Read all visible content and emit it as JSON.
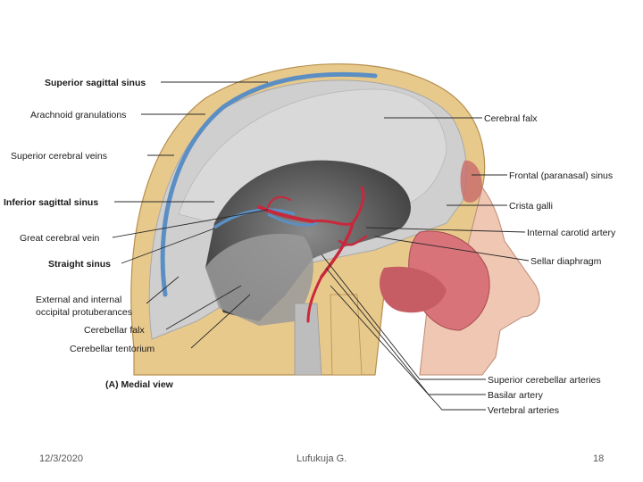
{
  "figure": {
    "labels": {
      "superior_sagittal_sinus": "Superior sagittal sinus",
      "arachnoid_granulations": "Arachnoid granulations",
      "superior_cerebral_veins": "Superior cerebral veins",
      "inferior_sagittal_sinus": "Inferior sagittal sinus",
      "great_cerebral_vein": "Great cerebral vein",
      "straight_sinus": "Straight sinus",
      "occipital_line1": "External and internal",
      "occipital_line2": "occipital protuberances",
      "cerebellar_falx": "Cerebellar falx",
      "cerebellar_tentorium": "Cerebellar tentorium",
      "cerebral_falx": "Cerebral falx",
      "frontal_sinus": "Frontal (paranasal) sinus",
      "crista_galli": "Crista galli",
      "internal_carotid_artery": "Internal carotid artery",
      "sellar_diaphragm": "Sellar diaphragm",
      "superior_cerebellar_arteries": "Superior cerebellar arteries",
      "basilar_artery": "Basilar artery",
      "vertebral_arteries": "Vertebral arteries"
    },
    "caption": "(A) Medial view",
    "colors": {
      "bone": "#e8c98c",
      "dura": "#c8c8c8",
      "vein": "#5b8fc4",
      "artery": "#c8283c",
      "skin": "#f0c7b2",
      "mucosa": "#d9737a"
    }
  },
  "footer": {
    "date": "12/3/2020",
    "author": "Lufukuja G.",
    "page": "18"
  }
}
